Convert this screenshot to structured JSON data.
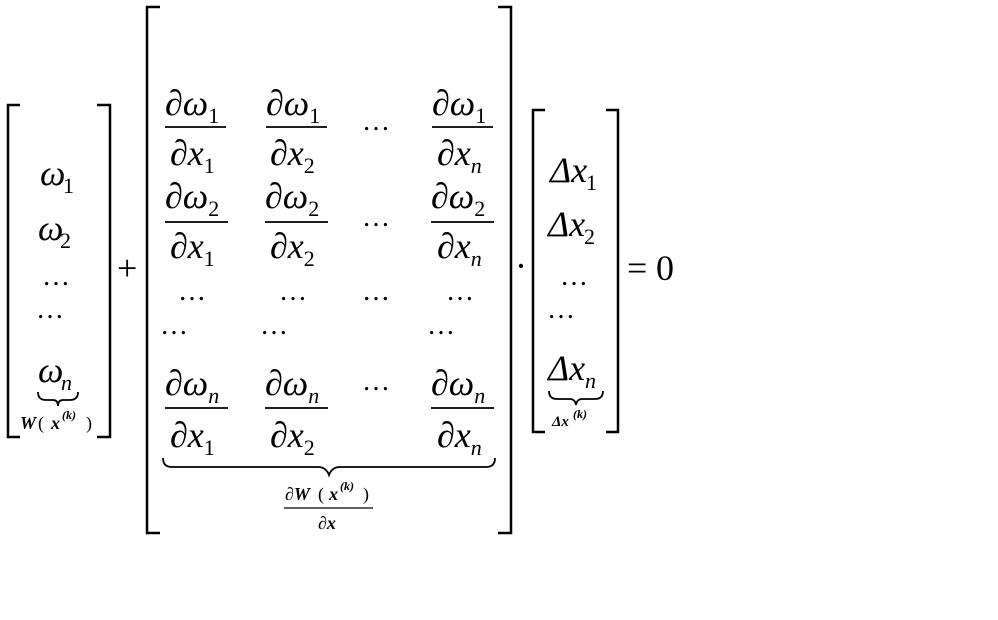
{
  "equation": {
    "vector_w": {
      "rows": [
        {
          "symbol": "ω",
          "index": "1"
        },
        {
          "symbol": "ω",
          "index": "2"
        },
        {
          "symbol": "…",
          "index": ""
        },
        {
          "symbol": "…",
          "index": ""
        },
        {
          "symbol": "ω",
          "index": "n"
        }
      ],
      "brace_label": {
        "func": "W",
        "open": "(",
        "var": "x",
        "sup": "(k)",
        "close": ")"
      }
    },
    "plus_sign": "+",
    "jacobian": {
      "numerator_prefix": "∂ω",
      "denominator_prefix": "∂x",
      "row_indices": [
        "1",
        "2",
        "n"
      ],
      "col_indices": [
        "1",
        "2",
        "n"
      ],
      "ellipsis": "…",
      "brace_label": {
        "num_prefix": "∂W",
        "open": "(",
        "var": "x",
        "sup": "(k)",
        "close": ")",
        "den": "∂x"
      }
    },
    "dot_operator": "·",
    "vector_dx": {
      "rows": [
        {
          "symbol": "Δx",
          "index": "1"
        },
        {
          "symbol": "Δx",
          "index": "2"
        },
        {
          "symbol": "…",
          "index": ""
        },
        {
          "symbol": "…",
          "index": ""
        },
        {
          "symbol": "Δx",
          "index": "n"
        }
      ],
      "brace_label": {
        "prefix": "Δx",
        "sup": "(k)"
      }
    },
    "equals_sign": "=",
    "rhs": "0"
  }
}
